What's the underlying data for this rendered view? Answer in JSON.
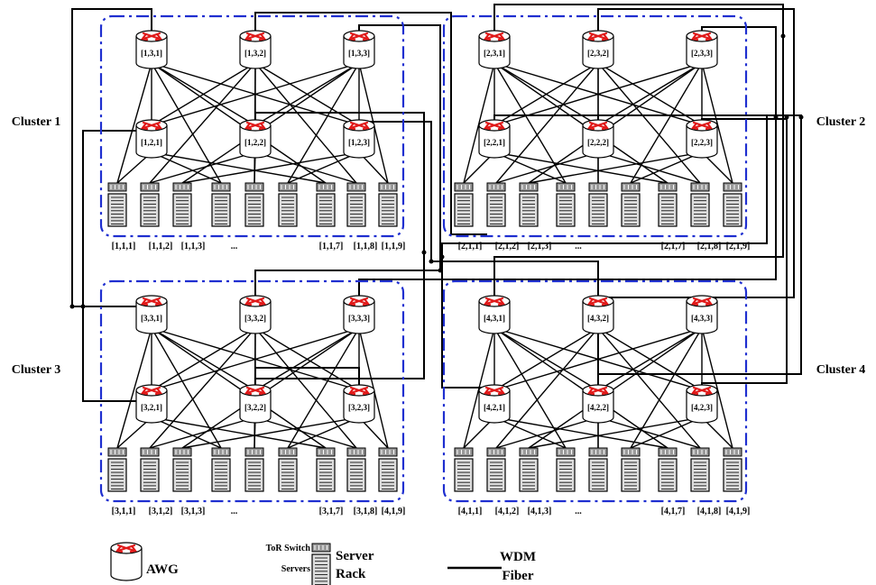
{
  "clusters": [
    {
      "id": 1,
      "label": "Cluster 1",
      "awg_labels": [
        "[1,3,1]",
        "[1,3,2]",
        "[1,3,3]",
        "[1,2,1]",
        "[1,2,2]",
        "[1,2,3]"
      ],
      "rack_labels": [
        "[1,1,1]",
        "[1,1,2]",
        "[1,1,3]",
        "...",
        "[1,1,7]",
        "[1,1,8]",
        "[1,1,9]"
      ]
    },
    {
      "id": 2,
      "label": "Cluster 2",
      "awg_labels": [
        "[2,3,1]",
        "[2,3,2]",
        "[2,3,3]",
        "[2,2,1]",
        "[2,2,2]",
        "[2,2,3]"
      ],
      "rack_labels": [
        "[2,1,1]",
        "[2,1,2]",
        "[2,1,3]",
        "...",
        "[2,1,7]",
        "[2,1,8]",
        "[2,1,9]"
      ]
    },
    {
      "id": 3,
      "label": "Cluster 3",
      "awg_labels": [
        "[3,3,1]",
        "[3,3,2]",
        "[3,3,3]",
        "[3,2,1]",
        "[3,2,2]",
        "[3,2,3]"
      ],
      "rack_labels": [
        "[3,1,1]",
        "[3,1,2]",
        "[3,1,3]",
        "...",
        "[3,1,7]",
        "[3,1,8]",
        "[4,1,9]"
      ]
    },
    {
      "id": 4,
      "label": "Cluster 4",
      "awg_labels": [
        "[4,3,1]",
        "[4,3,2]",
        "[4,3,3]",
        "[4,2,1]",
        "[4,2,2]",
        "[4,2,3]"
      ],
      "rack_labels": [
        "[4,1,1]",
        "[4,1,2]",
        "[4,1,3]",
        "...",
        "[4,1,7]",
        "[4,1,8]",
        "[4,1,9]"
      ]
    }
  ],
  "legend": {
    "awg": "AWG",
    "tor_switch": "ToR Switch",
    "servers": "Servers",
    "server_rack_line1": "Server",
    "server_rack_line2": "Rack",
    "wdm_line1": "WDM",
    "wdm_line2": "Fiber"
  },
  "colors": {
    "cluster_border": "#1f2fd0",
    "awg_arrows": "#e01818",
    "line": "#000000",
    "rack_fill": "#dcdcdc"
  }
}
